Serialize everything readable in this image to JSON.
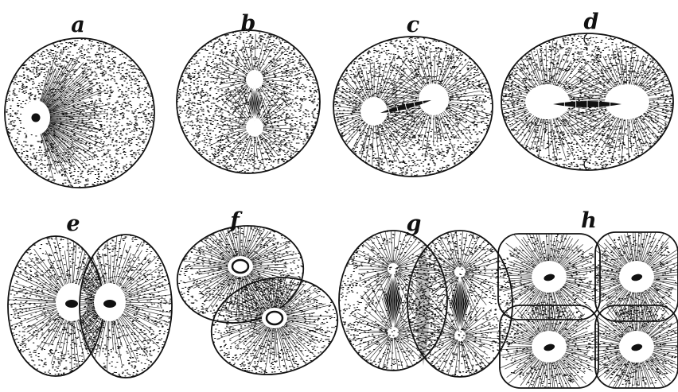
{
  "figure": {
    "labels": {
      "a": "a",
      "b": "b",
      "c": "c",
      "d": "d",
      "e": "e",
      "f": "f",
      "g": "g",
      "h": "h"
    }
  },
  "colors": {
    "ink": "#111111",
    "paper": "#ffffff"
  }
}
